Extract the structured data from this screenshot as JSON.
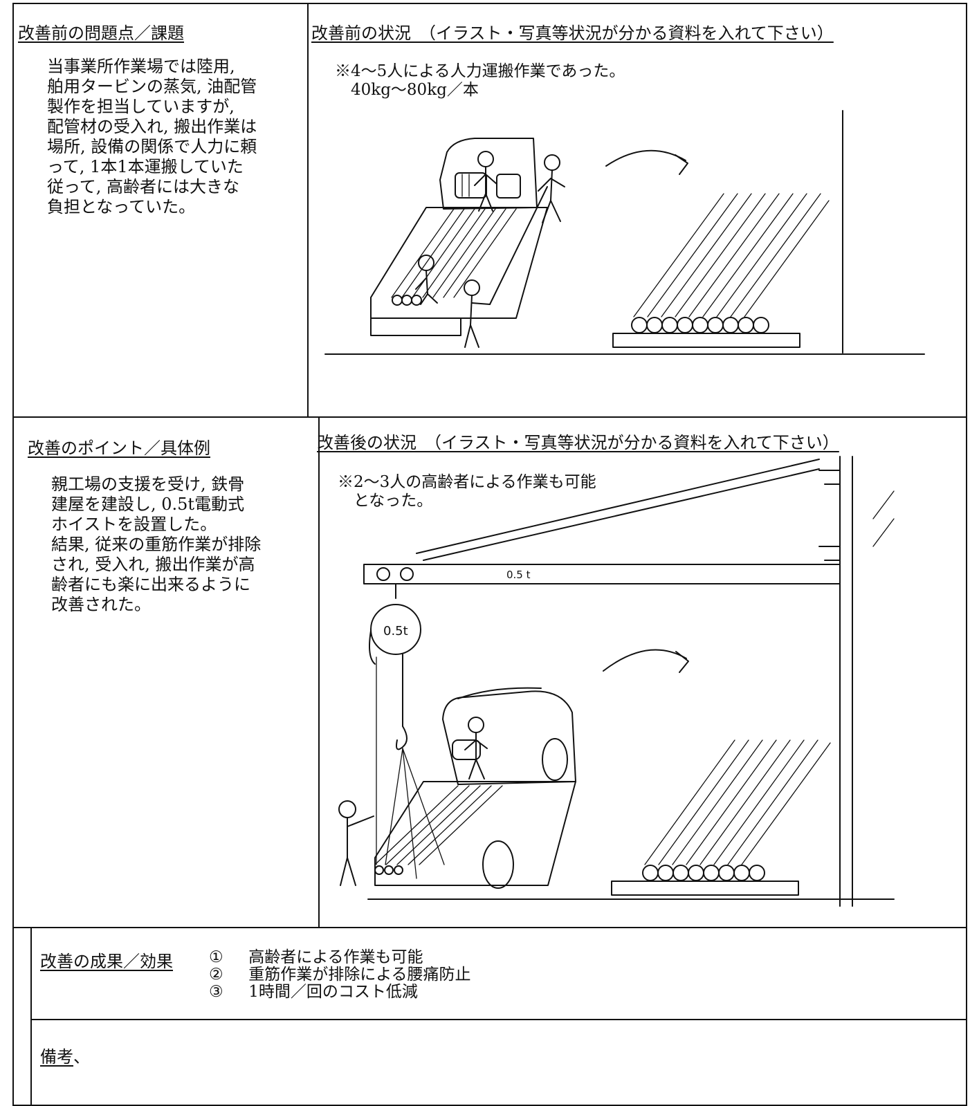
{
  "problems": {
    "heading": "改善前の問題点／課題",
    "text": "当事業所作業場では陸用,\n舶用タービンの蒸気, 油配管\n製作を担当していますが,\n配管材の受入れ, 搬出作業は\n場所, 設備の関係で人力に頼\nって, 1本1本運搬していた\n従って, 高齢者には大きな\n負担となっていた。"
  },
  "before": {
    "heading": "改善前の状況　（イラスト・写真等状況が分かる資料を入れて下さい）",
    "note": "※4～5人による人力運搬作業であった。\n　40kg～80kg／本",
    "illustration": "manual-carry-scene"
  },
  "points": {
    "heading": "改善のポイント／具体例",
    "text": "親工場の支援を受け, 鉄骨\n建屋を建設し, 0.5t電動式\nホイストを設置した。\n結果, 従来の重筋作業が排除\nされ, 受入れ, 搬出作業が高\n齢者にも楽に出来るように\n改善された。"
  },
  "after": {
    "heading": "改善後の状況　（イラスト・写真等状況が分かる資料を入れて下さい）",
    "note": "※2～3人の高齢者による作業も可能\n　となった。",
    "beam_label": "0.5 t",
    "hoist_label": "0.5t",
    "illustration": "hoist-lifting-scene"
  },
  "results": {
    "heading": "改善の成果／効果",
    "items": [
      {
        "marker": "①",
        "text": "高齢者による作業も可能"
      },
      {
        "marker": "②",
        "text": "重筋作業が排除による腰痛防止"
      },
      {
        "marker": "③",
        "text": "1時間／回のコスト低減"
      }
    ]
  },
  "remarks": {
    "heading": "備考",
    "suffix": "、"
  }
}
